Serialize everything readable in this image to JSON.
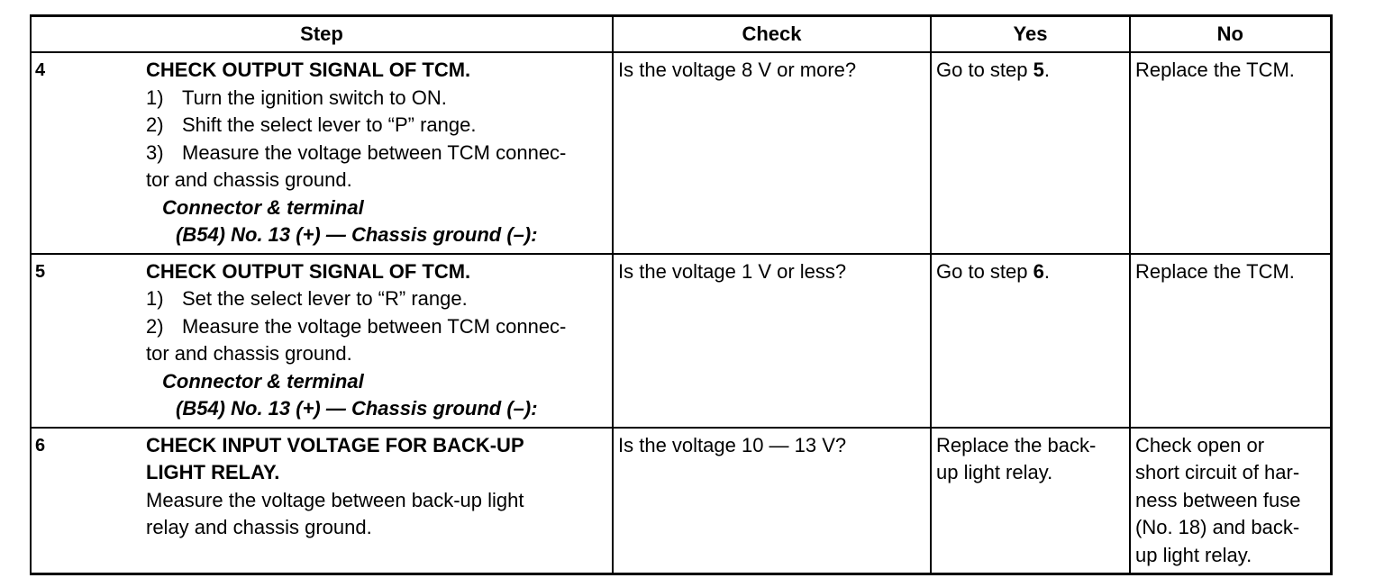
{
  "table": {
    "headers": [
      "Step",
      "Check",
      "Yes",
      "No"
    ],
    "rows": [
      {
        "num": "4",
        "title": "CHECK OUTPUT SIGNAL OF TCM.",
        "items": [
          {
            "n": "1)",
            "text": "Turn the ignition switch to ON."
          },
          {
            "n": "2)",
            "text": "Shift the select lever to “P” range."
          },
          {
            "n": "3)",
            "text": "Measure the voltage between TCM connec-"
          }
        ],
        "cont": "tor and chassis ground.",
        "conn_label": "Connector & terminal",
        "conn_value": "(B54) No. 13 (+) — Chassis ground (–):",
        "check": "Is the voltage 8 V or more?",
        "yes_prefix": "Go to step ",
        "yes_step": "5",
        "yes_suffix": ".",
        "no": "Replace the TCM."
      },
      {
        "num": "5",
        "title": "CHECK OUTPUT SIGNAL OF TCM.",
        "items": [
          {
            "n": "1)",
            "text": "Set the select lever to “R” range."
          },
          {
            "n": "2)",
            "text": "Measure the voltage between TCM connec-"
          }
        ],
        "cont": "tor and chassis ground.",
        "conn_label": "Connector & terminal",
        "conn_value": "(B54) No. 13 (+) — Chassis ground (–):",
        "check": "Is the voltage 1 V or less?",
        "yes_prefix": "Go to step ",
        "yes_step": "6",
        "yes_suffix": ".",
        "no": "Replace the TCM."
      },
      {
        "num": "6",
        "title_line1": "CHECK INPUT VOLTAGE FOR BACK-UP",
        "title_line2": "LIGHT RELAY.",
        "desc_line1": "Measure the voltage between back-up light",
        "desc_line2": "relay and chassis ground.",
        "check": "Is the voltage 10 — 13 V?",
        "yes_line1": "Replace the back-",
        "yes_line2": "up light relay.",
        "no_line1": "Check open or",
        "no_line2": "short circuit of har-",
        "no_line3": "ness between fuse",
        "no_line4": "(No. 18) and back-",
        "no_line5": "up light relay."
      }
    ]
  }
}
